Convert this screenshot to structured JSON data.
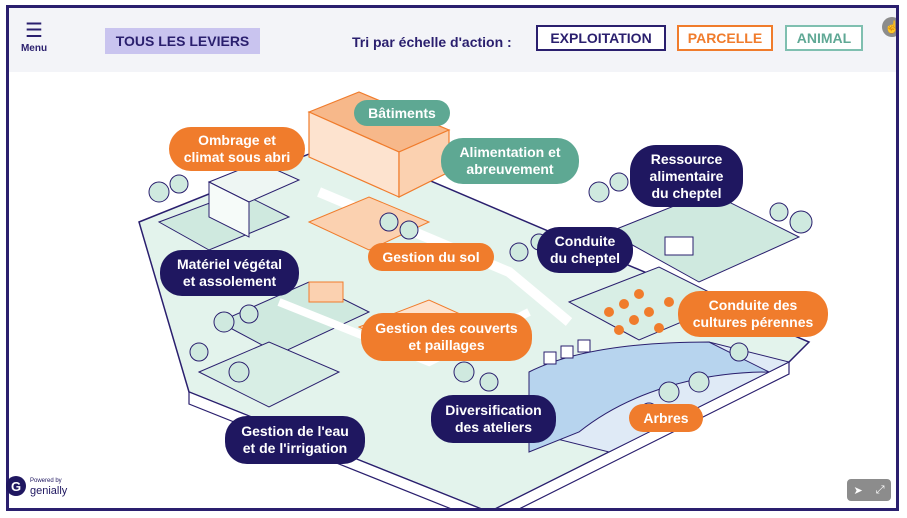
{
  "header": {
    "menu_label": "Menu",
    "menu_icon": "☰",
    "all_levers": "TOUS LES LEVIERS",
    "sort_label": "Tri par échelle d'action :",
    "tabs": [
      {
        "label": "EXPLOITATION",
        "color": "#2a1f6e"
      },
      {
        "label": "PARCELLE",
        "color": "#f07c2c"
      },
      {
        "label": "ANIMAL",
        "color": "#5ea893"
      }
    ]
  },
  "colors": {
    "orange": "#f07c2c",
    "navy": "#1f1760",
    "teal": "#5ea893",
    "field_green": "#cfe9df",
    "border": "#2a1f6e"
  },
  "levers": [
    {
      "id": "batiments",
      "lines": [
        "Bâtiments"
      ],
      "color": "teal"
    },
    {
      "id": "ombrage",
      "lines": [
        "Ombrage et",
        "climat sous abri"
      ],
      "color": "orange"
    },
    {
      "id": "alimentation",
      "lines": [
        "Alimentation et",
        "abreuvement"
      ],
      "color": "teal"
    },
    {
      "id": "ressource",
      "lines": [
        "Ressource",
        "alimentaire",
        "du cheptel"
      ],
      "color": "navy"
    },
    {
      "id": "conduite-cheptel",
      "lines": [
        "Conduite",
        "du cheptel"
      ],
      "color": "navy"
    },
    {
      "id": "gestion-sol",
      "lines": [
        "Gestion du sol"
      ],
      "color": "orange"
    },
    {
      "id": "materiel",
      "lines": [
        "Matériel végétal",
        "et assolement"
      ],
      "color": "navy"
    },
    {
      "id": "conduite-cultures",
      "lines": [
        "Conduite des",
        "cultures pérennes"
      ],
      "color": "orange"
    },
    {
      "id": "couverts",
      "lines": [
        "Gestion des couverts",
        "et paillages"
      ],
      "color": "orange"
    },
    {
      "id": "diversification",
      "lines": [
        "Diversification",
        "des ateliers"
      ],
      "color": "navy"
    },
    {
      "id": "arbres",
      "lines": [
        "Arbres"
      ],
      "color": "orange"
    },
    {
      "id": "eau",
      "lines": [
        "Gestion de l'eau",
        "et de l'irrigation"
      ],
      "color": "navy"
    }
  ],
  "footer": {
    "powered_by": "Powered by",
    "brand": "genially",
    "share_icon": "share-icon",
    "fullscreen_icon": "fullscreen-icon"
  }
}
